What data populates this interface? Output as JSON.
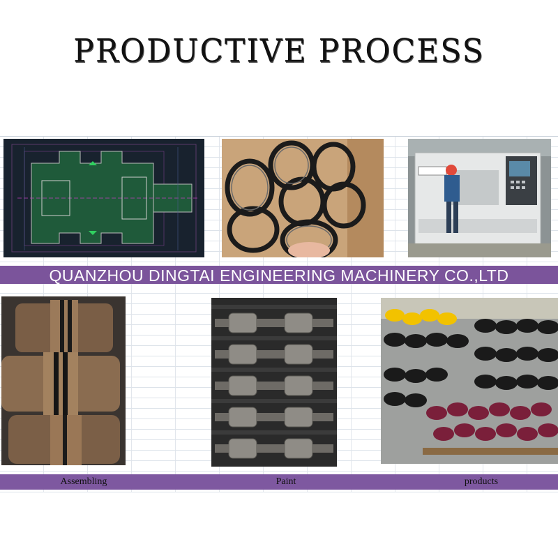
{
  "header": {
    "title": "PRODUCTIVE PROCESS"
  },
  "banner": {
    "company": "QUANZHOU DINGTAI ENGINEERING MACHINERY CO.,LTD"
  },
  "captions": {
    "assembling": "Assembling",
    "paint": "Paint",
    "products": "products"
  },
  "photos": [
    {
      "icon": "cad-drawing-icon"
    },
    {
      "icon": "seal-rings-icon"
    },
    {
      "icon": "cnc-machine-icon"
    },
    {
      "icon": "roller-parts-icon"
    },
    {
      "icon": "painted-rollers-icon"
    },
    {
      "icon": "finished-rollers-icon"
    }
  ],
  "colors": {
    "band": "#7b549b",
    "cad_bg": "#1c2a3a",
    "cad_fill": "#1f5a3a",
    "bronze": "#8a6a4a",
    "black": "#1a1a1a",
    "maroon": "#7a1f3a",
    "yellow": "#f2c200"
  }
}
